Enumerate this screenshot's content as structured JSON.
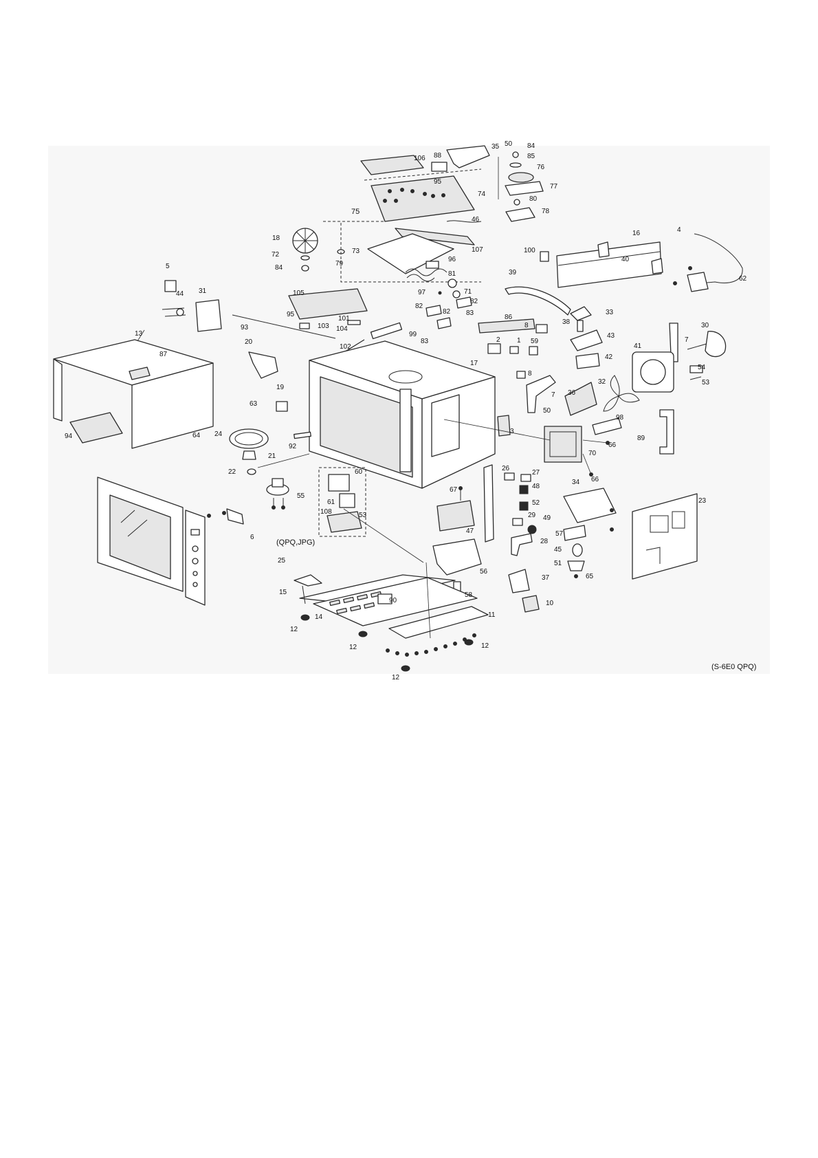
{
  "diagram": {
    "variant_note": "(QPQ,JPG)",
    "reference_code": "(S-6E0 QPQ)"
  },
  "callouts": [
    {
      "id": "c35",
      "text": "35"
    },
    {
      "id": "c50a",
      "text": "50"
    },
    {
      "id": "c84a",
      "text": "84"
    },
    {
      "id": "c88",
      "text": "88"
    },
    {
      "id": "c106",
      "text": "106"
    },
    {
      "id": "c85",
      "text": "85"
    },
    {
      "id": "c76",
      "text": "76"
    },
    {
      "id": "c95a",
      "text": "95"
    },
    {
      "id": "c77",
      "text": "77"
    },
    {
      "id": "c74",
      "text": "74"
    },
    {
      "id": "c80",
      "text": "80"
    },
    {
      "id": "c75",
      "text": "75"
    },
    {
      "id": "c78",
      "text": "78"
    },
    {
      "id": "c46",
      "text": "46"
    },
    {
      "id": "c4",
      "text": "4"
    },
    {
      "id": "c16",
      "text": "16"
    },
    {
      "id": "c18",
      "text": "18"
    },
    {
      "id": "c107",
      "text": "107"
    },
    {
      "id": "c73",
      "text": "73"
    },
    {
      "id": "c100",
      "text": "100"
    },
    {
      "id": "c40",
      "text": "40"
    },
    {
      "id": "c72",
      "text": "72"
    },
    {
      "id": "c79",
      "text": "79"
    },
    {
      "id": "c96",
      "text": "96"
    },
    {
      "id": "c84b",
      "text": "84"
    },
    {
      "id": "c5",
      "text": "5"
    },
    {
      "id": "c62",
      "text": "62"
    },
    {
      "id": "c39",
      "text": "39"
    },
    {
      "id": "c81",
      "text": "81"
    },
    {
      "id": "c31",
      "text": "31"
    },
    {
      "id": "c97",
      "text": "97"
    },
    {
      "id": "c71",
      "text": "71"
    },
    {
      "id": "c44",
      "text": "44"
    },
    {
      "id": "c105",
      "text": "105"
    },
    {
      "id": "c82a",
      "text": "82"
    },
    {
      "id": "c82b",
      "text": "82"
    },
    {
      "id": "c82c",
      "text": "82"
    },
    {
      "id": "c83a",
      "text": "83"
    },
    {
      "id": "c33",
      "text": "33"
    },
    {
      "id": "c95b",
      "text": "95"
    },
    {
      "id": "c101",
      "text": "101"
    },
    {
      "id": "c93",
      "text": "93"
    },
    {
      "id": "c103",
      "text": "103"
    },
    {
      "id": "c104",
      "text": "104"
    },
    {
      "id": "c86",
      "text": "86"
    },
    {
      "id": "c38",
      "text": "38"
    },
    {
      "id": "c30",
      "text": "30"
    },
    {
      "id": "c83b",
      "text": "83"
    },
    {
      "id": "c99",
      "text": "99"
    },
    {
      "id": "c8a",
      "text": "8"
    },
    {
      "id": "c43",
      "text": "43"
    },
    {
      "id": "c13",
      "text": "13"
    },
    {
      "id": "c7a",
      "text": "7"
    },
    {
      "id": "c2",
      "text": "2"
    },
    {
      "id": "c1",
      "text": "1"
    },
    {
      "id": "c59",
      "text": "59"
    },
    {
      "id": "c102",
      "text": "102"
    },
    {
      "id": "c41",
      "text": "41"
    },
    {
      "id": "c20",
      "text": "20"
    },
    {
      "id": "c87",
      "text": "87"
    },
    {
      "id": "c42",
      "text": "42"
    },
    {
      "id": "c17",
      "text": "17"
    },
    {
      "id": "c54",
      "text": "54"
    },
    {
      "id": "c8b",
      "text": "8"
    },
    {
      "id": "c53a",
      "text": "53"
    },
    {
      "id": "c32",
      "text": "32"
    },
    {
      "id": "c19",
      "text": "19"
    },
    {
      "id": "c7b",
      "text": "7"
    },
    {
      "id": "c36",
      "text": "36"
    },
    {
      "id": "c63",
      "text": "63"
    },
    {
      "id": "c50b",
      "text": "50"
    },
    {
      "id": "c98",
      "text": "98"
    },
    {
      "id": "c94",
      "text": "94"
    },
    {
      "id": "c3",
      "text": "3"
    },
    {
      "id": "c64",
      "text": "64"
    },
    {
      "id": "c24",
      "text": "24"
    },
    {
      "id": "c66a",
      "text": "66"
    },
    {
      "id": "c89",
      "text": "89"
    },
    {
      "id": "c92",
      "text": "92"
    },
    {
      "id": "c70",
      "text": "70"
    },
    {
      "id": "c21",
      "text": "21"
    },
    {
      "id": "c22",
      "text": "22"
    },
    {
      "id": "c60",
      "text": "60"
    },
    {
      "id": "c26",
      "text": "26"
    },
    {
      "id": "c27",
      "text": "27"
    },
    {
      "id": "c66b",
      "text": "66"
    },
    {
      "id": "c34",
      "text": "34"
    },
    {
      "id": "c48",
      "text": "48"
    },
    {
      "id": "c67",
      "text": "67"
    },
    {
      "id": "c23",
      "text": "23"
    },
    {
      "id": "c55",
      "text": "55"
    },
    {
      "id": "c61",
      "text": "61"
    },
    {
      "id": "c52",
      "text": "52"
    },
    {
      "id": "c108",
      "text": "108"
    },
    {
      "id": "c53b",
      "text": "53"
    },
    {
      "id": "c29",
      "text": "29"
    },
    {
      "id": "c49",
      "text": "49"
    },
    {
      "id": "c6",
      "text": "6"
    },
    {
      "id": "c47",
      "text": "47"
    },
    {
      "id": "c57",
      "text": "57"
    },
    {
      "id": "c28",
      "text": "28"
    },
    {
      "id": "c45",
      "text": "45"
    },
    {
      "id": "c25",
      "text": "25"
    },
    {
      "id": "c56",
      "text": "56"
    },
    {
      "id": "c51",
      "text": "51"
    },
    {
      "id": "c65",
      "text": "65"
    },
    {
      "id": "c37",
      "text": "37"
    },
    {
      "id": "c15",
      "text": "15"
    },
    {
      "id": "c58",
      "text": "58"
    },
    {
      "id": "c90",
      "text": "90"
    },
    {
      "id": "c10",
      "text": "10"
    },
    {
      "id": "c14",
      "text": "14"
    },
    {
      "id": "c11",
      "text": "11"
    },
    {
      "id": "c12a",
      "text": "12"
    },
    {
      "id": "c12b",
      "text": "12"
    },
    {
      "id": "c12c",
      "text": "12"
    },
    {
      "id": "c12d",
      "text": "12"
    }
  ]
}
